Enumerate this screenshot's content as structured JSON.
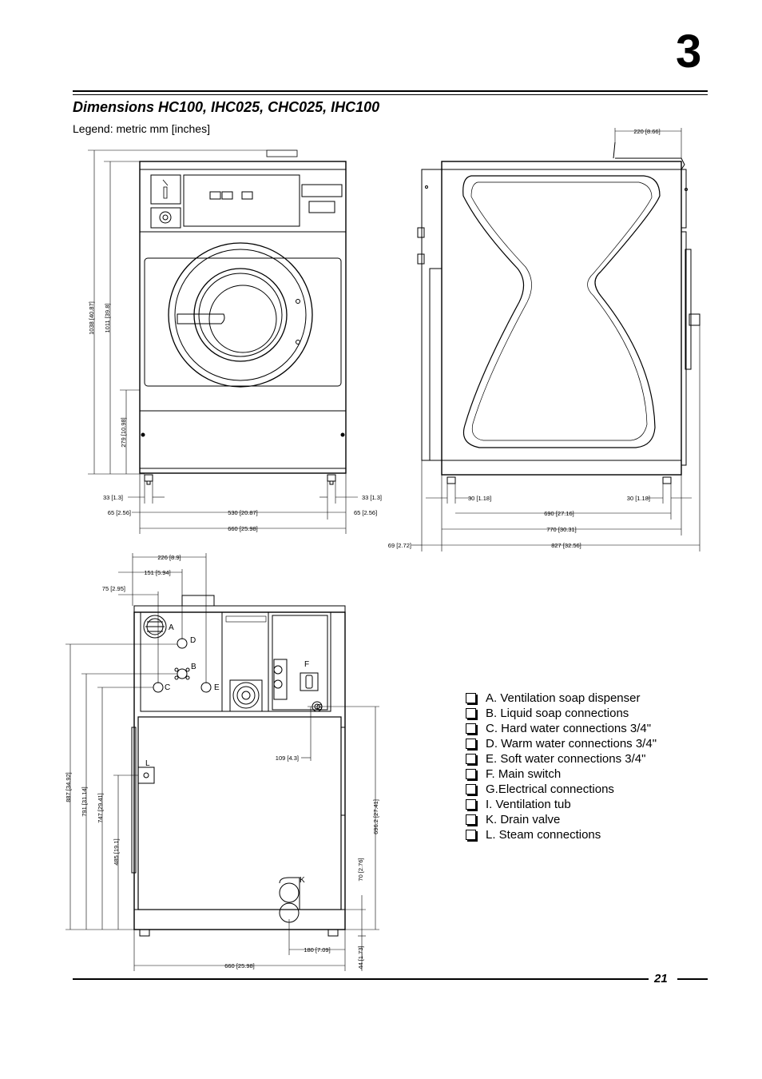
{
  "header": {
    "chapter": "3"
  },
  "title": "Dimensions HC100, IHC025, CHC025, IHC100",
  "legend": "Legend: metric mm [inches]",
  "front_view": {
    "dims": {
      "h_total": "1038 [40.87]",
      "h_body": "1011 [39.8]",
      "h_door_bottom": "279 [10.98]",
      "foot_left": "33 [1.3]",
      "foot_right": "33 [1.3]",
      "side_left": "65 [2.56]",
      "feet_span": "530 [20.87]",
      "side_right": "65 [2.56]",
      "width": "660 [25.98]"
    }
  },
  "side_view": {
    "dims": {
      "top_offset": "220 [8.66]",
      "foot_left": "30 [1.18]",
      "foot_right": "30 [1.18]",
      "feet_span": "690 [27.16]",
      "body_depth": "770 [30.31]",
      "rear_offset": "69 [2.72]",
      "total_depth": "827 [32.56]"
    }
  },
  "rear_view": {
    "dims": {
      "w1": "226 [8.9]",
      "w2": "151 [5.94]",
      "w3": "75 [2.95]",
      "h1": "887 [34.92]",
      "h2": "791 [31.14]",
      "h3": "747 [29.41]",
      "h4": "485 [19.1]",
      "g_offset": "109 [4.3]",
      "g_height": "696.2 [27.41]",
      "k_height": "70 [2.76]",
      "k_offset": "180 [7.09]",
      "foot": "44 [1.73]",
      "width": "660 [25.98]"
    },
    "labels": {
      "a": "A",
      "b": "B",
      "c": "C",
      "d": "D",
      "e": "E",
      "f": "F",
      "g": "G",
      "k": "K",
      "l": "L"
    }
  },
  "items": [
    "A. Ventilation soap dispenser",
    "B. Liquid soap connections",
    "C. Hard water connections 3/4\"",
    "D. Warm water connections 3/4\"",
    "E. Soft water connections 3/4\"",
    "F. Main switch",
    "G.Electrical connections",
    "I.  Ventilation tub",
    "K. Drain valve",
    "L. Steam connections"
  ],
  "footer": {
    "page": "21"
  }
}
